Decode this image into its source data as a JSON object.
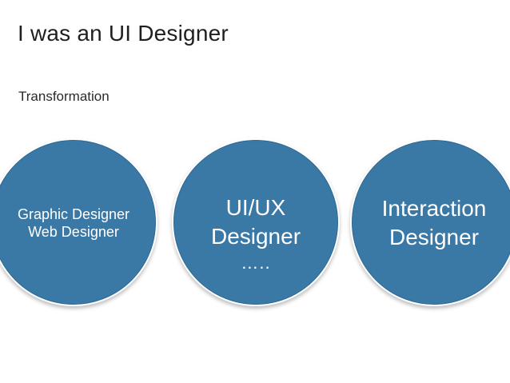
{
  "slide": {
    "title": "I was an UI Designer",
    "subtitle": "Transformation"
  },
  "circles": [
    {
      "lines": [
        "Graphic Designer",
        "Web Designer"
      ]
    },
    {
      "lines": [
        "UI/UX",
        "Designer"
      ],
      "extra": "….."
    },
    {
      "lines": [
        "Interaction",
        "Designer"
      ]
    }
  ],
  "colors": {
    "circle_fill": "#3a78a6",
    "circle_text": "#ffffff",
    "title_text": "#1f1f1f"
  }
}
